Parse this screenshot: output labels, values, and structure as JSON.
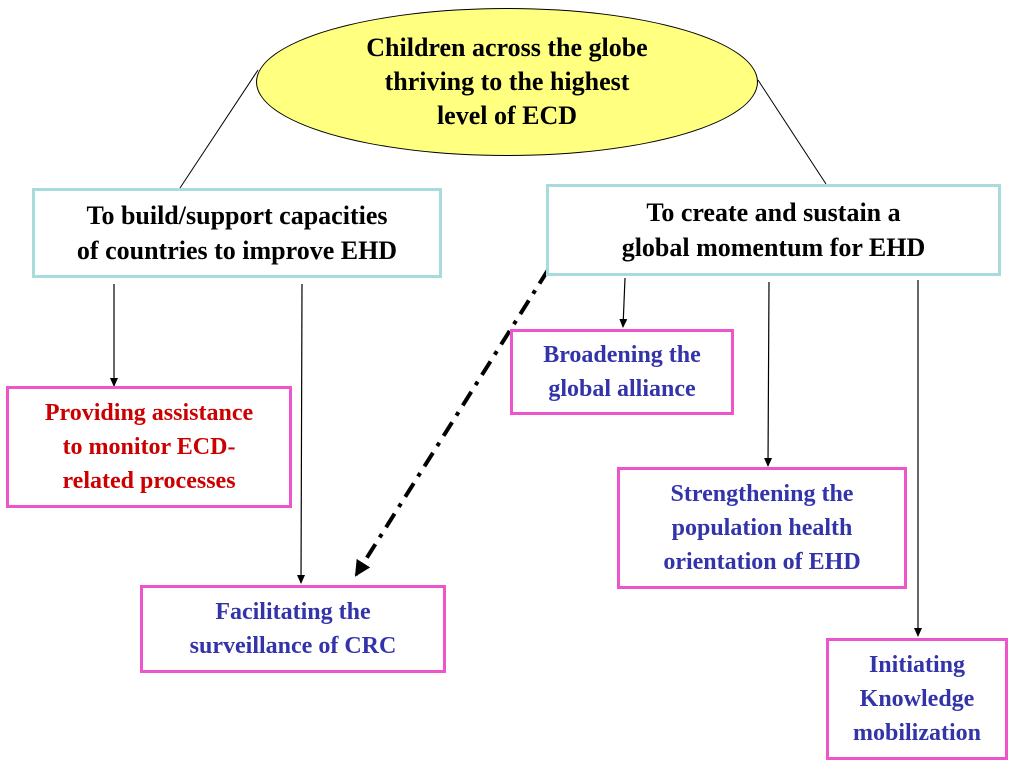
{
  "goal": {
    "line1": "Children across the globe",
    "line2": "thriving to the highest",
    "line3": "level of ECD"
  },
  "objectives": {
    "left": {
      "line1": "To build/support capacities",
      "line2": "of countries to improve EHD"
    },
    "right": {
      "line1": "To create and sustain a",
      "line2": "global momentum for EHD"
    }
  },
  "activities": {
    "assistance": {
      "line1": "Providing assistance",
      "line2": "to monitor ECD-",
      "line3": "related processes",
      "color": "#cc0000"
    },
    "surveillance": {
      "line1": "Facilitating the",
      "line2": "surveillance of CRC",
      "color": "#3333aa"
    },
    "alliance": {
      "line1": "Broadening the",
      "line2": "global alliance",
      "color": "#3333aa"
    },
    "population": {
      "line1": "Strengthening the",
      "line2": "population health",
      "line3": "orientation of EHD",
      "color": "#3333aa"
    },
    "knowledge": {
      "line1": "Initiating",
      "line2": "Knowledge",
      "line3": "mobilization",
      "color": "#3333aa"
    }
  },
  "colors": {
    "goal_fill": "#ffff80",
    "objective_border": "#a8dcdc",
    "activity_border": "#ee55cc"
  }
}
